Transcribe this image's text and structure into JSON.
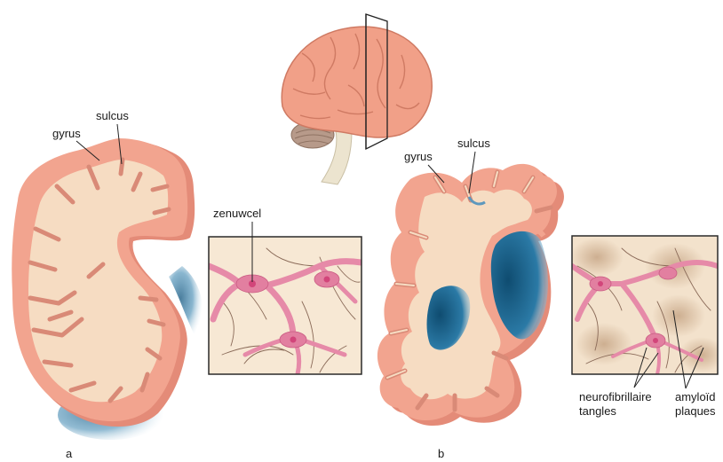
{
  "labels": {
    "gyrus_a": "gyrus",
    "sulcus_a": "sulcus",
    "zenuwcel": "zenuwcel",
    "gyrus_b": "gyrus",
    "sulcus_b": "sulcus",
    "tangles_line1": "neurofibrillaire",
    "tangles_line2": "tangles",
    "plaques_line1": "amyloïd",
    "plaques_line2": "plaques",
    "panel_a": "a",
    "panel_b": "b"
  },
  "colors": {
    "gray_matter": "#f2a48f",
    "white_matter": "#f6dcc2",
    "ventricle": "#1f5f86",
    "neuron": "#e27fa0",
    "plaque": "#c9a98a",
    "inset_background": "#f7e8d4"
  }
}
